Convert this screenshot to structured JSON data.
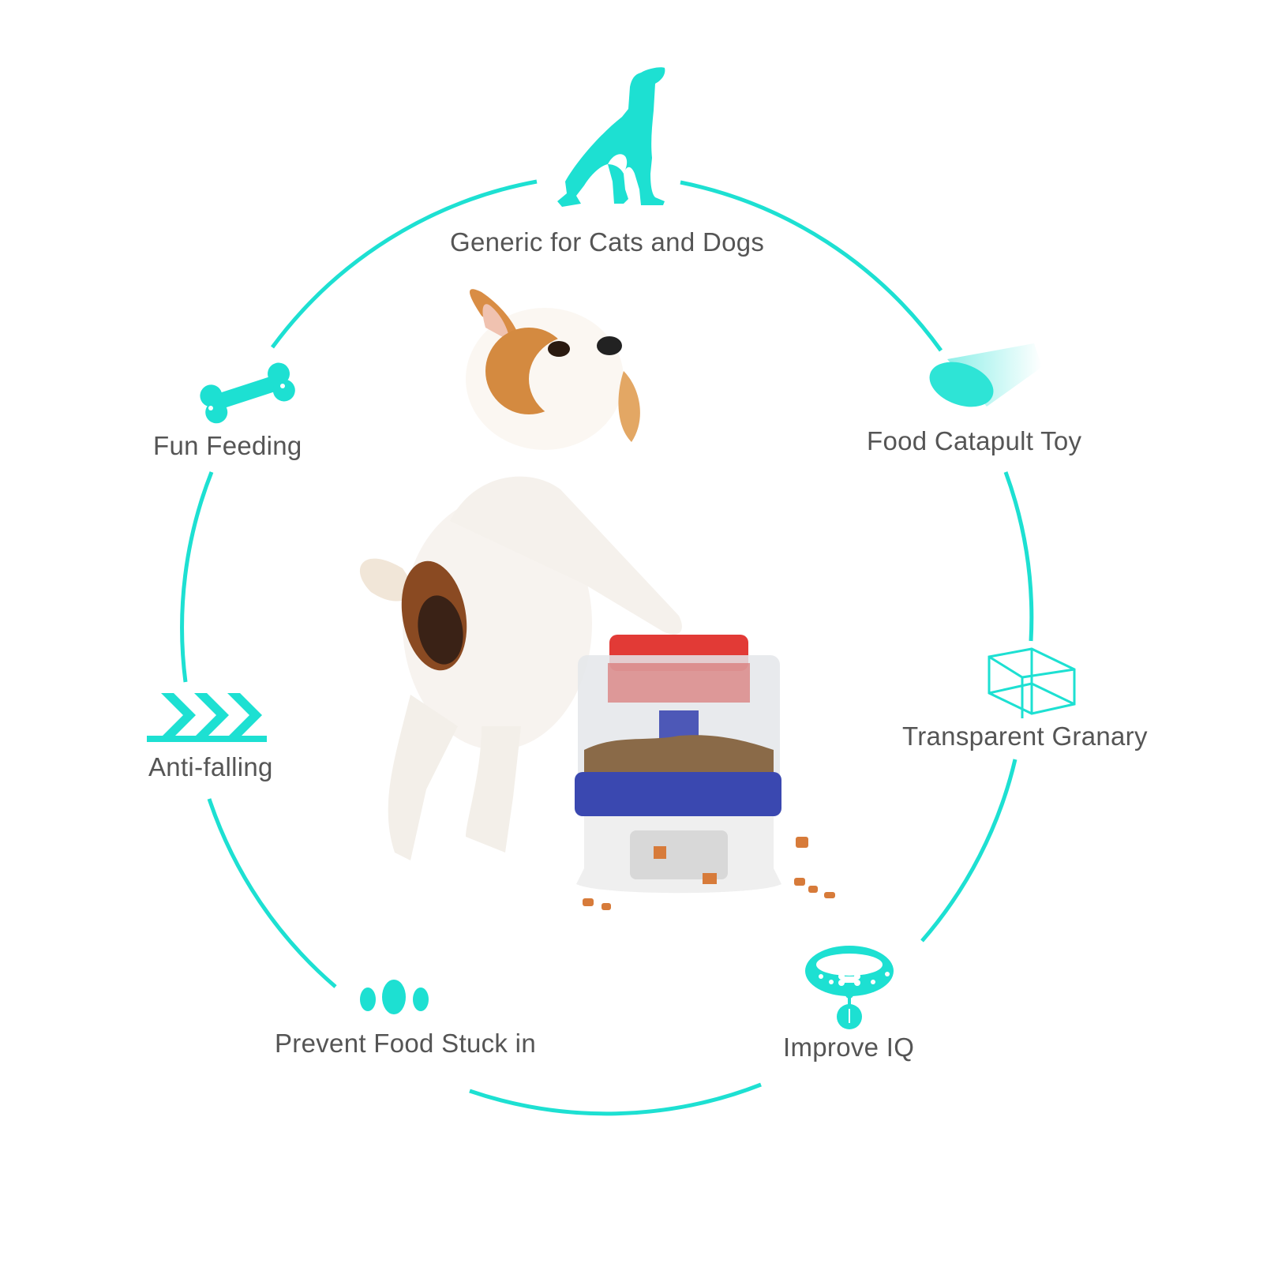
{
  "theme": {
    "accent": "#1de0d2",
    "text": "#555555",
    "background": "#ffffff"
  },
  "features": [
    {
      "id": "generic",
      "label": "Generic for Cats and Dogs",
      "icon": "dog-cat-silhouette-icon"
    },
    {
      "id": "catapult",
      "label": "Food Catapult Toy",
      "icon": "flying-disc-icon"
    },
    {
      "id": "granary",
      "label": "Transparent Granary",
      "icon": "wireframe-cube-icon"
    },
    {
      "id": "iq",
      "label": "Improve IQ",
      "icon": "pet-collar-icon"
    },
    {
      "id": "stuck",
      "label": "Prevent Food Stuck in",
      "icon": "three-dots-icon"
    },
    {
      "id": "antifall",
      "label": "Anti-falling",
      "icon": "chevrons-icon"
    },
    {
      "id": "fun",
      "label": "Fun Feeding",
      "icon": "bone-icon"
    }
  ],
  "product": {
    "name": "pet food dispenser toy",
    "colors": {
      "top": "#e23a36",
      "band": "#3a48b0",
      "base": "#eeeeee",
      "kibble": "#8a6a48"
    }
  }
}
